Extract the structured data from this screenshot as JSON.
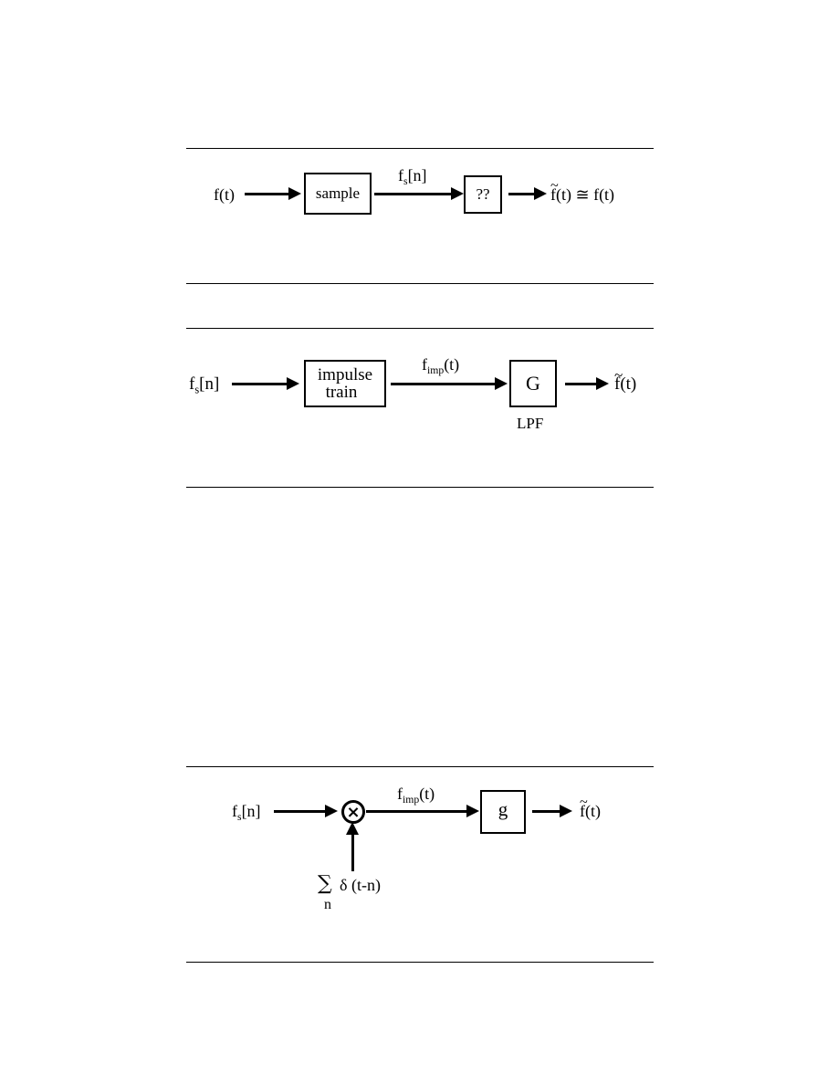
{
  "diagram1": {
    "input": "f(t)",
    "block_sample": "sample",
    "signal_label_base": "f",
    "signal_label_sub": "s",
    "signal_label_tail": "[n]",
    "block_unknown": "??",
    "output_f": "f",
    "output_tail": "(t) ≅ f(t)"
  },
  "diagram2": {
    "input_base": "f",
    "input_sub": "s",
    "input_tail": "[n]",
    "block_impulse_line1": "impulse",
    "block_impulse_line2": "train",
    "signal_label_base": "f",
    "signal_label_sub": "imp",
    "signal_label_tail": "(t)",
    "block_g": "G",
    "block_g_caption": "LPF",
    "output_f": "f",
    "output_tail": "(t)"
  },
  "diagram3": {
    "input_base": "f",
    "input_sub": "s",
    "input_tail": "[n]",
    "multiplier_symbol": "×",
    "signal_label_base": "f",
    "signal_label_sub": "imp",
    "signal_label_tail": "(t)",
    "block_g": "g",
    "output_f": "f",
    "output_tail": "(t)",
    "sum_symbol": "∑",
    "sum_index": "n",
    "impulse_expr": "δ (t-n)"
  }
}
